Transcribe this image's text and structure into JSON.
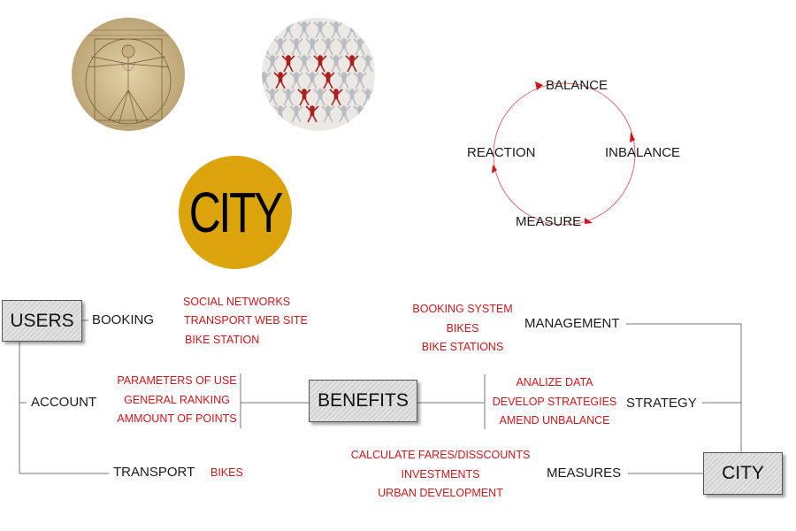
{
  "city_logo": {
    "text": "CITY",
    "color": "#dba40d"
  },
  "images": {
    "left": "vitruvian-man-drawing",
    "right": "human-chain-pattern"
  },
  "cycle": {
    "nodes": {
      "top": "BALANCE",
      "right": "INBALANCE",
      "bottom": "MEASURE",
      "left": "REACTION"
    },
    "arrow_color": "#d0161a"
  },
  "boxes": {
    "users": "USERS",
    "benefits": "BENEFITS",
    "city": "CITY"
  },
  "users_branch": {
    "booking": {
      "label": "BOOKING",
      "items": [
        "SOCIAL NETWORKS",
        "TRANSPORT WEB SITE",
        "BIKE STATION"
      ]
    },
    "account": {
      "label": "ACCOUNT",
      "items": [
        "PARAMETERS OF USE",
        "GENERAL RANKING",
        "AMMOUNT OF POINTS"
      ]
    },
    "transport": {
      "label": "TRANSPORT",
      "items": [
        "BIKES"
      ]
    }
  },
  "city_branch": {
    "management": {
      "label": "MANAGEMENT",
      "items": [
        "BOOKING SYSTEM",
        "BIKES",
        "BIKE STATIONS"
      ]
    },
    "strategy": {
      "label": "STRATEGY",
      "items": [
        "ANALIZE DATA",
        "DEVELOP STRATEGIES",
        "AMEND UNBALANCE"
      ]
    },
    "measures": {
      "label": "MEASURES",
      "items": [
        "CALCULATE FARES/DISSCOUNTS",
        "INVESTMENTS",
        "URBAN DEVELOPMENT"
      ]
    }
  },
  "colors": {
    "text": "#1a1a1a",
    "highlight": "#d0161a",
    "connector": "#777777"
  }
}
